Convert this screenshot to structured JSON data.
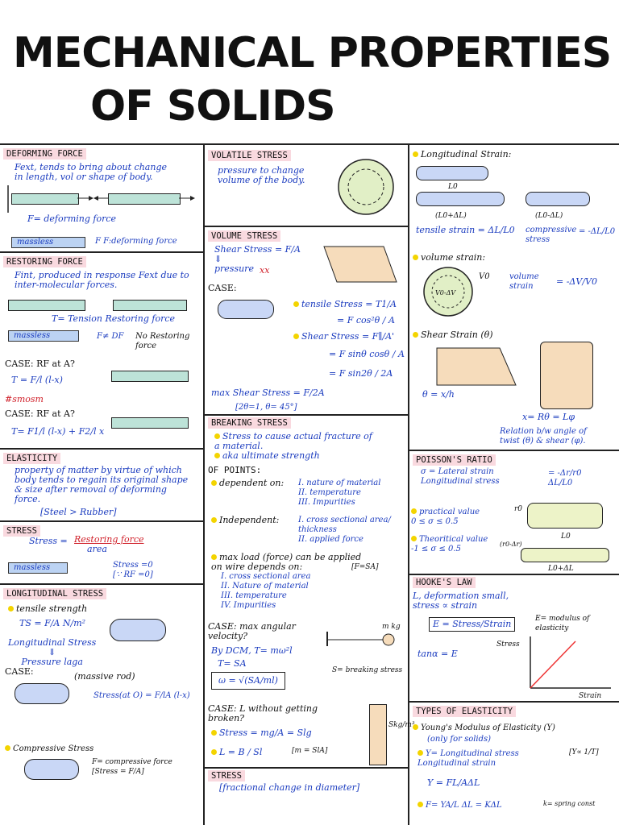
{
  "title": {
    "line1": "MECHANICAL PROPERTIES",
    "line2": "OF SOLIDS"
  },
  "col1": {
    "deforming": {
      "heading": "DEFORMING FORCE",
      "text": "Fext, tends to bring about change\nin length, vol or shape of body.",
      "legend": "F= deforming force",
      "massless": "massless",
      "note": "F F:deforming force"
    },
    "restoring": {
      "heading": "RESTORING FORCE",
      "text": "Fint, produced in response Fext due to\ninter-molecular forces.",
      "tension": "T= Tension Restoring force",
      "massless": "massless",
      "note1": "F≠ DF",
      "note2": "No Restoring\nforce",
      "case1": "CASE: RF at A?",
      "case1_eq": "T = F/l (l-x)",
      "hashtag": "#smosm",
      "case2": "CASE: RF at A?",
      "case2_eq": "T= F1/l (l-x) + F2/l x"
    },
    "elasticity": {
      "heading": "ELASTICITY",
      "text": "property of matter by virtue of which\nbody tends to regain its original shape\n& size after removal of deforming\nforce.",
      "note": "[Steel > Rubber]"
    },
    "stress": {
      "heading": "STRESS",
      "eq_left": "Stress =",
      "eq_num": "Restoring force",
      "eq_den": "area",
      "massless": "massless",
      "result": "Stress =0\n[∵ RF =0]"
    },
    "longitudinal": {
      "heading": "LONGITUDINAL STRESS",
      "tensile": "tensile strength",
      "ts_eq": "TS = F/A N/m²",
      "long_text": "Longitudinal Stress\n⇓\nPressure laga",
      "case": "CASE:",
      "case_note": "(massive rod)",
      "case_eq": "Stress(at O) = F/lA (l-x)",
      "compressive": "Compressive Stress",
      "comp_note": "F= compressive force\n[Stress = F/A]"
    }
  },
  "col2": {
    "volatile": {
      "heading": "VOLATILE STRESS",
      "text": "pressure to change\nvolume of the body."
    },
    "volume": {
      "heading": "VOLUME STRESS",
      "text": "Shear Stress = F/A\n⇓\npressure",
      "xx": "xx",
      "case": "CASE:",
      "tensile": "tensile Stress = T1/A",
      "tensile2": "= F cos²θ / A",
      "shear": "Shear Stress = F∥/A'",
      "shear2": "= F sinθ cosθ / A",
      "shear3": "= F sin2θ / 2A",
      "max": "max Shear Stress = F/2A",
      "max_note": "[2θ=1, θ= 45°]"
    },
    "breaking": {
      "heading": "BREAKING STRESS",
      "l1": "Stress to cause actual fracture of\na material.",
      "l2": "aka ultimate strength"
    },
    "op": {
      "heading": "OF POINTS:",
      "dependent": "dependent on:",
      "dep_list": "I. nature of material\nII. temperature\nIII. Impurities",
      "independent": "Independent:",
      "ind_list": "I. cross sectional area/\n   thickness\nII. applied force",
      "maxload": "max load (force) can be applied\non wire depends on:",
      "maxload_note": "[F=SA]",
      "ml_list": "I. cross sectional area\nII. Nature of material\nIII. temperature\nIV. Impurities"
    },
    "case_angular": {
      "case": "CASE: max angular\nvelocity?",
      "dcm": "By DCM, T= mω²l",
      "t": "T= SA",
      "omega": "ω = √(SA/ml)",
      "s_note": "S= breaking stress",
      "mkg": "m kg"
    },
    "case_length": {
      "case": "CASE: L without getting\nbroken?",
      "stress": "Stress = mg/A = Slg",
      "l": "L = B / Sl",
      "note": "[m = SlA]",
      "kg": "Skg/m³"
    },
    "stress2": {
      "heading": "STRESS",
      "text": "[fractional change in diameter]"
    }
  },
  "col3": {
    "long_strain": {
      "heading": "Longitudinal Strain:",
      "l0": "L0",
      "l0a": "(L0+ΔL)",
      "l0b": "(L0-ΔL)",
      "tensile": "tensile strain = ΔL/L0",
      "compressive": "compressive\nstress",
      "comp_eq": "= -ΔL/L0"
    },
    "vol_strain": {
      "heading": "volume strain:",
      "v0": "V0",
      "vdv": "V0-ΔV",
      "eq": "volume\nstrain",
      "eq_r": "= -ΔV/V0"
    },
    "shear_strain": {
      "heading": "Shear Strain (θ)",
      "theta": "θ = x/h",
      "rel": "x= Rθ = Lφ",
      "rel_text": "Relation b/w angle of\ntwist (θ) & shear (φ)."
    },
    "poisson": {
      "heading": "POISSON'S RATIO",
      "eq": "σ = Lateral strain\n    Longitudinal stress",
      "eq_r": "= -Δr/r0\n  ΔL/L0",
      "practical": "practical value\n0 ≤ σ ≤ 0.5",
      "theoretical": "Theoritical value\n-1 ≤ σ ≤ 0.5",
      "r0": "r0",
      "l0": "L0",
      "r0dr": "(r0-Δr)",
      "l0dl": "L0+ΔL"
    },
    "hooke": {
      "heading": "HOOKE'S LAW",
      "text": "L, deformation small,\nstress ∝ strain",
      "e_eq": "E = Stress/Strain",
      "e_note": "E= modulus of\nelasticity",
      "tan": "tanα = E",
      "y_axis": "Stress",
      "x_axis": "Strain"
    },
    "types": {
      "heading": "TYPES OF ELASTICITY",
      "young": "Young's Modulus of Elasticity (Y)",
      "only": "(only for solids)",
      "y_eq": "Y= Longitudinal stress\n   Longitudinal strain",
      "y_bracket": "[Y∝ 1/T]",
      "y_eq2": "Y = FL/AΔL",
      "f_eq": "F= YA/L ΔL = KΔL",
      "k_note": "k= spring const"
    }
  }
}
